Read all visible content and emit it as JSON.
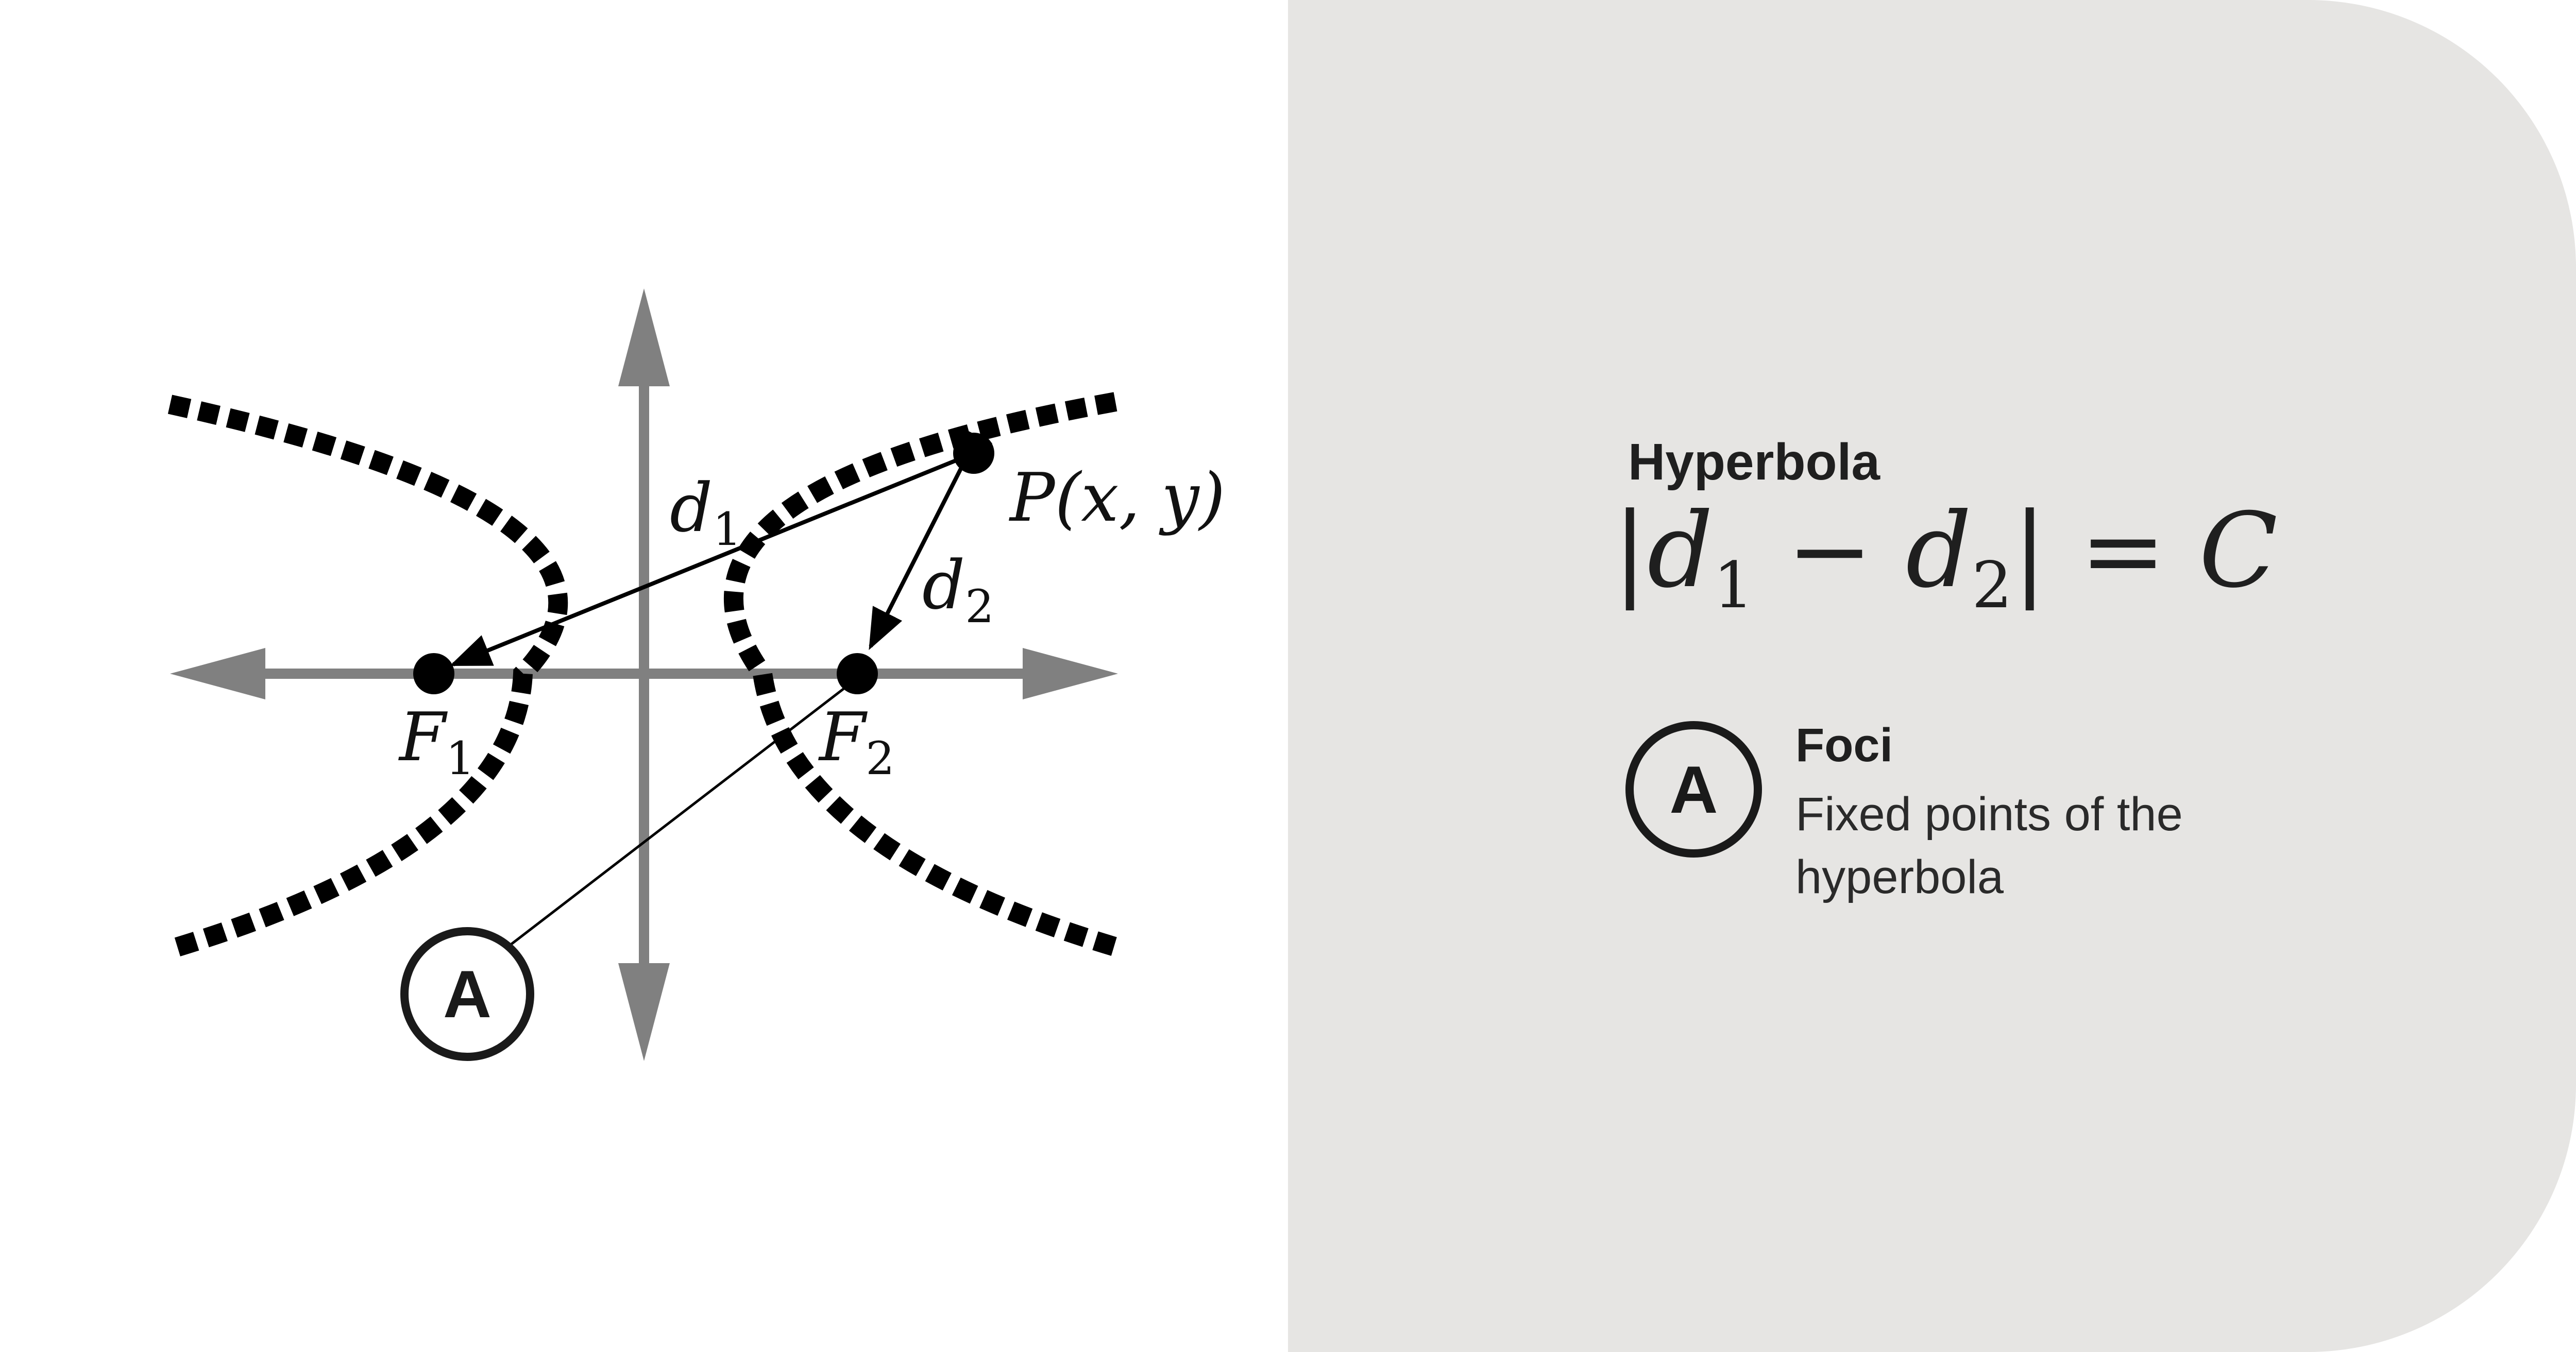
{
  "diagram": {
    "labels": {
      "d1": "d",
      "d1_sub": "1",
      "d2": "d",
      "d2_sub": "2",
      "f1": "F",
      "f1_sub": "1",
      "f2": "F",
      "f2_sub": "2",
      "point": "P(x, y)"
    },
    "callout_marker": "A",
    "colors": {
      "axis": "#808080",
      "curve": "#000000",
      "panel_background": "#e6e5e3"
    }
  },
  "panel": {
    "title": "Hyperbola",
    "formula": {
      "bar_left": "|",
      "d1": "d",
      "d1_sub": "1",
      "minus": " − ",
      "d2": "d",
      "d2_sub": "2",
      "bar_right": "|",
      "equals": " = ",
      "constant": "C"
    },
    "legend": [
      {
        "marker": "A",
        "title": "Foci",
        "description": "Fixed points of the hyperbola"
      }
    ]
  }
}
